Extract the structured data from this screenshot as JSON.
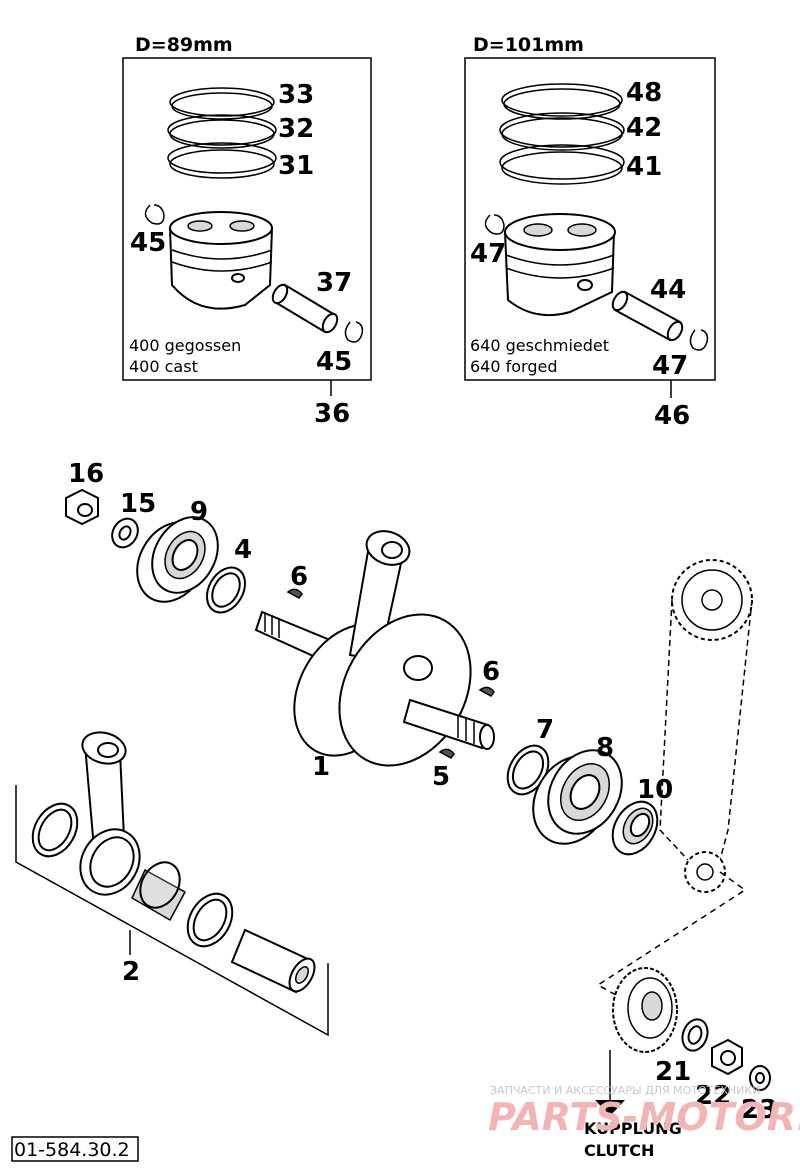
{
  "boxes": {
    "left": {
      "diameter": "D=89mm",
      "caption_line1": "400 gegossen",
      "caption_line2": "400 cast",
      "assembly_number": "36"
    },
    "right": {
      "diameter": "D=101mm",
      "caption_line1": "640 geschmiedet",
      "caption_line2": "640 forged",
      "assembly_number": "46"
    }
  },
  "labels": {
    "p33": "33",
    "p32": "32",
    "p31": "31",
    "p45a": "45",
    "p37": "37",
    "p45b": "45",
    "p48": "48",
    "p42": "42",
    "p41": "41",
    "p47a": "47",
    "p44": "44",
    "p47b": "47",
    "p16": "16",
    "p15": "15",
    "p9": "9",
    "p4": "4",
    "p6a": "6",
    "p6b": "6",
    "p1": "1",
    "p5": "5",
    "p7": "7",
    "p8": "8",
    "p10": "10",
    "p2": "2",
    "p21": "21",
    "p22": "22",
    "p23": "23"
  },
  "clutch": {
    "line1": "KUPPLUNG",
    "line2": "CLUTCH"
  },
  "diagram_code": "01-584.30.2",
  "watermark": {
    "line1": "ЗАПЧАСТИ И АКСЕССУАРЫ ДЛЯ МОТОТЕХНИКИ",
    "line2": "PARTS-MOTOR.RU"
  }
}
